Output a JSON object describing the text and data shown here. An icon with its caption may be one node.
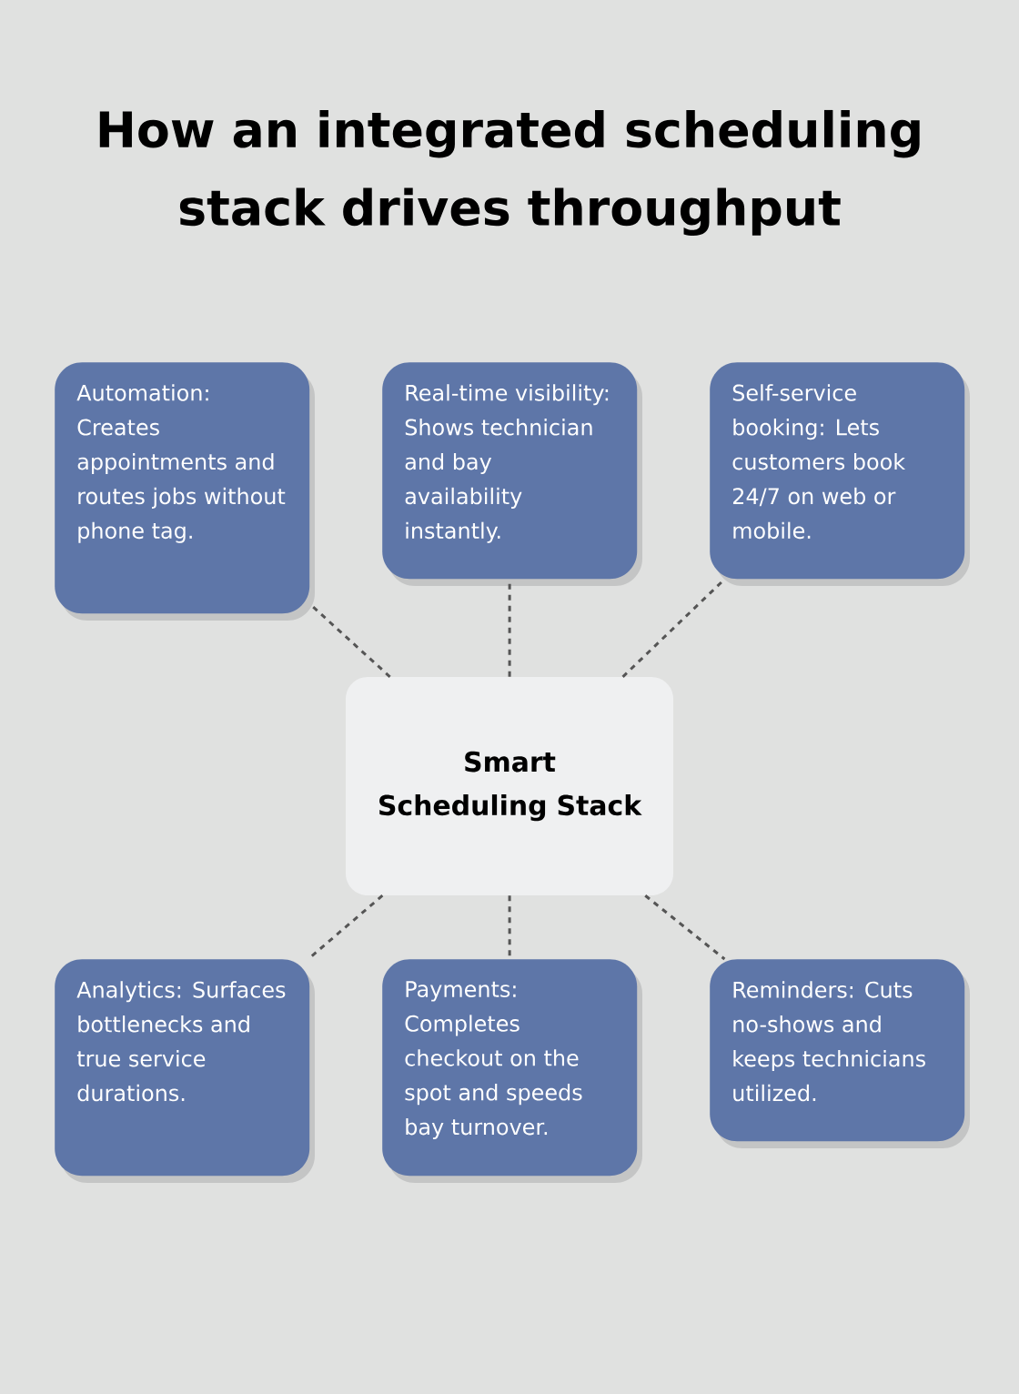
{
  "diagram": {
    "title": "How an integrated scheduling stack drives throughput",
    "nodes": [
      {
        "text": [
          "Automation: Creates appointments and routes jobs without phone tag."
        ]
      },
      {
        "text": [
          "Real-time visibility: Shows technician and bay availability instantly."
        ]
      },
      {
        "text": [
          "Self-service booking: Lets customers book 24/7 on web or mobile."
        ]
      },
      {
        "text": [
          "Smart Scheduling Stack"
        ]
      },
      {
        "text": [
          "Analytics: Surfaces bottlenecks and true service durations."
        ]
      },
      {
        "text": [
          "Payments: Completes checkout on the spot and speeds bay turnover."
        ]
      },
      {
        "text": [
          "Reminders: Cuts no-shows and keeps technicians utilized."
        ]
      }
    ],
    "edges": [
      {
        "from": 3,
        "to": 0,
        "arrow": "none",
        "style": "dashed"
      },
      {
        "from": 3,
        "to": 1,
        "arrow": "none",
        "style": "dashed"
      },
      {
        "from": 3,
        "to": 2,
        "arrow": "none",
        "style": "dashed"
      },
      {
        "from": 3,
        "to": 4,
        "arrow": "none",
        "style": "dashed"
      },
      {
        "from": 3,
        "to": 5,
        "arrow": "none",
        "style": "dashed"
      },
      {
        "from": 3,
        "to": 6,
        "arrow": "none",
        "style": "dashed"
      }
    ]
  }
}
